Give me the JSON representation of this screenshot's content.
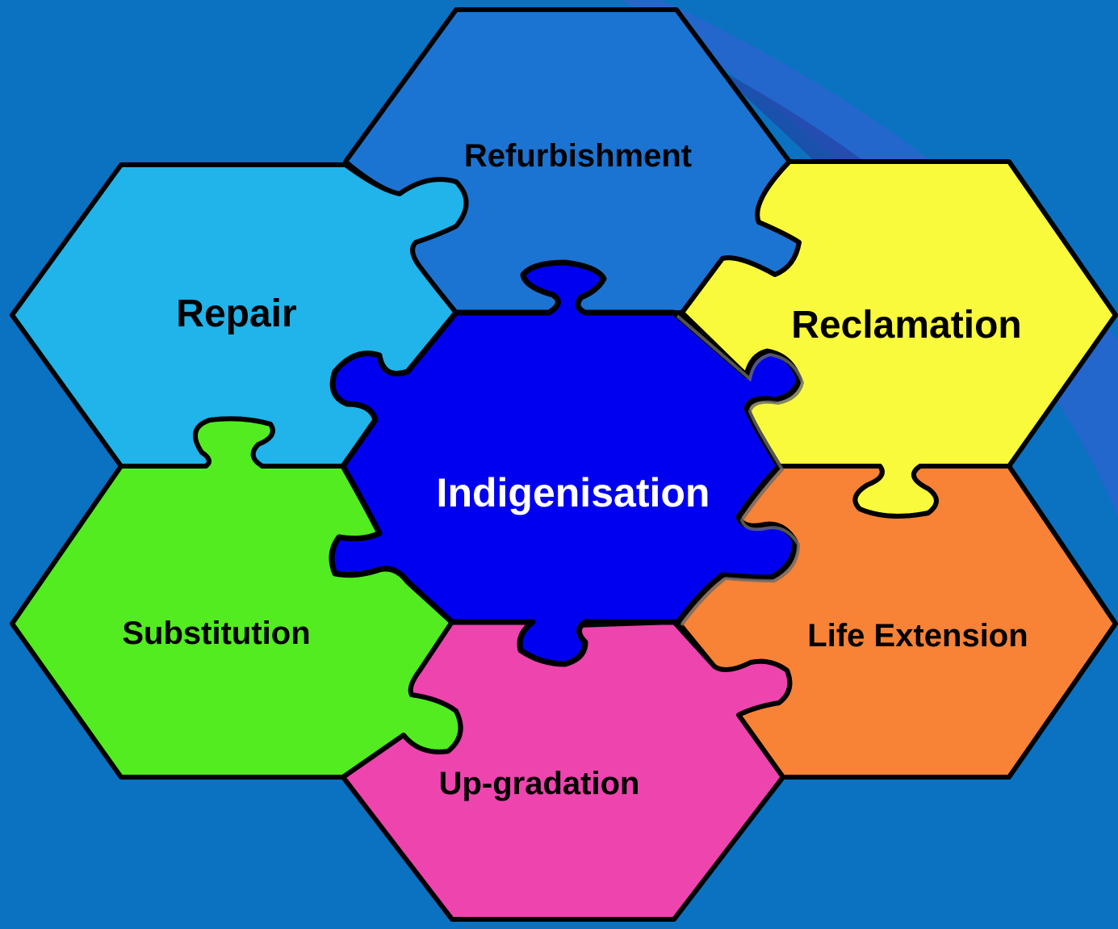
{
  "background_color": "#0b71c1",
  "center": {
    "label": "Indigenisation",
    "color": "#0000f0",
    "text_color": "#ffffff"
  },
  "pieces": [
    {
      "id": "refurbishment",
      "label": "Refurbishment",
      "color": "#1c74d2"
    },
    {
      "id": "reclamation",
      "label": "Reclamation",
      "color": "#fafa3c"
    },
    {
      "id": "life-extension",
      "label": "Life Extension",
      "color": "#f88236"
    },
    {
      "id": "up-gradation",
      "label": "Up-gradation",
      "color": "#ee44ae"
    },
    {
      "id": "substitution",
      "label": "Substitution",
      "color": "#52ec20"
    },
    {
      "id": "repair",
      "label": "Repair",
      "color": "#20b4ea"
    }
  ]
}
